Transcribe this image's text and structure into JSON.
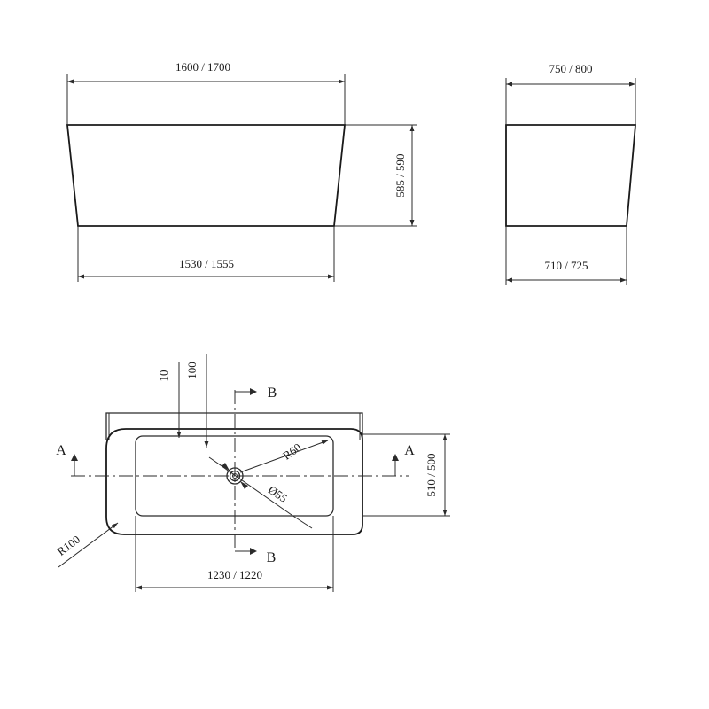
{
  "front_view": {
    "top_length": "1600 / 1700",
    "bottom_length": "1530 / 1555",
    "height": "585 / 590"
  },
  "side_view": {
    "top_width": "750 / 800",
    "bottom_width": "710 / 725"
  },
  "plan_view": {
    "rim_offset": "10",
    "inner_offset": "100",
    "section_b_top": "B",
    "section_b_bottom": "B",
    "section_a_left": "A",
    "section_a_right": "A",
    "inner_radius": "R60",
    "drain_diameter": "Ø55",
    "outer_radius": "R100",
    "inner_length": "1230 / 1220",
    "width": "510 / 500"
  }
}
